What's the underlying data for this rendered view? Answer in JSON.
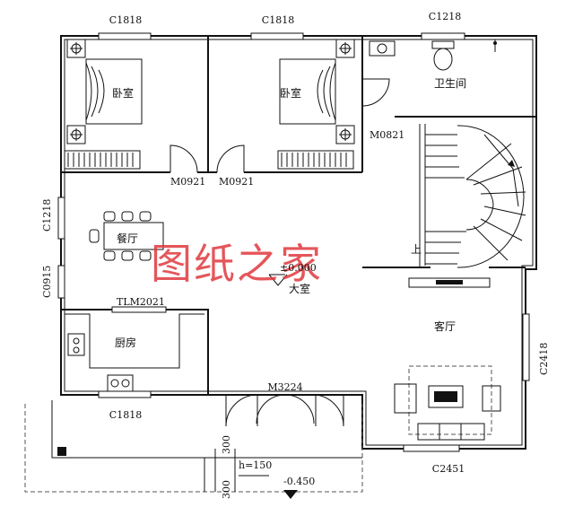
{
  "rooms": {
    "bedroom1": "卧室",
    "bedroom2": "卧室",
    "bathroom": "卫生间",
    "dining": "餐厅",
    "hall": "大室",
    "living": "客厅",
    "kitchen": "厨房",
    "stair_up": "上"
  },
  "openings": {
    "win_top_left": "C1818",
    "win_top_mid": "C1818",
    "win_top_right": "C1218",
    "door_bath": "M0821",
    "door_bed1": "M0921",
    "door_bed2": "M0921",
    "win_left_1": "C1218",
    "win_left_2": "C0915",
    "door_kitchen": "TLM2021",
    "win_right": "C2418",
    "win_bottom_left": "C1818",
    "door_main": "M3224",
    "win_bottom_right": "C2451"
  },
  "elevations": {
    "floor": "±0.000",
    "outside": "-0.450",
    "step": "h=150",
    "dim_a": "300",
    "dim_b": "300"
  },
  "watermark": "图纸之家",
  "colors": {
    "line": "#111111",
    "watermark": "#e0393e"
  }
}
